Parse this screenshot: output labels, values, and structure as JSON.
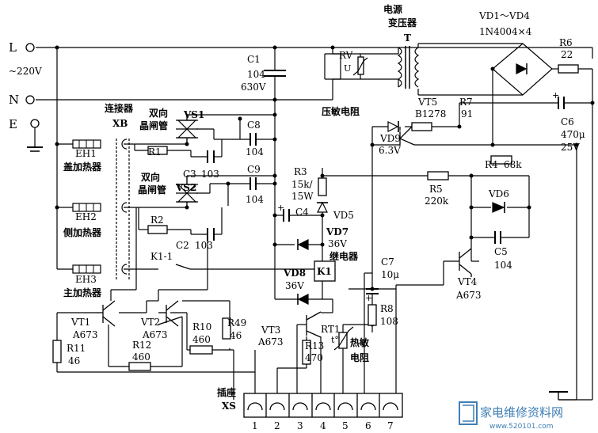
{
  "mains": {
    "L": "L",
    "N": "N",
    "E": "E",
    "voltage": "~220V"
  },
  "transformer": {
    "title_line1": "电源",
    "title_line2": "变压器",
    "ref": "T"
  },
  "rectifier": {
    "label_line1": "VD1～VD4",
    "label_line2": "1N4004×4"
  },
  "parts": {
    "C1": {
      "ref": "C1",
      "v1": "104",
      "v2": "630V"
    },
    "RV": {
      "ref": "RV",
      "u": "U",
      "desc": "压敏电阻"
    },
    "R6": {
      "ref": "R6",
      "v": "22"
    },
    "C6": {
      "ref": "C6",
      "v1": "470μ",
      "v2": "25V"
    },
    "VT5": {
      "ref": "VT5",
      "v": "B1278"
    },
    "R7": {
      "ref": "R7",
      "v": "91"
    },
    "VD9": {
      "ref": "VD9",
      "v": "6.3V"
    },
    "C8": {
      "ref": "C8",
      "v": "104"
    },
    "C9": {
      "ref": "C9",
      "v": "104"
    },
    "R1": {
      "ref": "R1"
    },
    "C3": {
      "ref": "C3",
      "v": "103"
    },
    "R2": {
      "ref": "R2"
    },
    "C2": {
      "ref": "C2",
      "v": "103"
    },
    "R3": {
      "ref": "R3",
      "v1": "15k/",
      "v2": "15W"
    },
    "C4": {
      "ref": "C4"
    },
    "VD5": {
      "ref": "VD5"
    },
    "VD7": {
      "ref": "VD7",
      "v": "36V"
    },
    "VD8": {
      "ref": "VD8",
      "v": "36V"
    },
    "K1": {
      "ref": "K1",
      "desc": "继电器"
    },
    "K1_1": {
      "ref": "K1-1"
    },
    "R5": {
      "ref": "R5",
      "v": "220k"
    },
    "R4": {
      "ref": "R4",
      "v": "68k"
    },
    "VD6": {
      "ref": "VD6"
    },
    "C5": {
      "ref": "C5",
      "v": "104"
    },
    "C7": {
      "ref": "C7",
      "v": "10μ"
    },
    "R8": {
      "ref": "R8",
      "v": "108"
    },
    "VT4": {
      "ref": "VT4",
      "v": "A673"
    },
    "VT1": {
      "ref": "VT1",
      "v": "A673"
    },
    "VT2": {
      "ref": "VT2",
      "v": "A673"
    },
    "VT3": {
      "ref": "VT3",
      "v": "A673"
    },
    "R10": {
      "ref": "R10",
      "v": "460"
    },
    "R49": {
      "ref": "R49",
      "v": "46"
    },
    "R11": {
      "ref": "R11",
      "v": "46"
    },
    "R12": {
      "ref": "R12",
      "v": "460"
    },
    "R13": {
      "ref": "R13",
      "v": "470"
    },
    "RT1": {
      "ref": "RT1",
      "t": "t°",
      "desc_line1": "热敏",
      "desc_line2": "电阻"
    }
  },
  "triacs": {
    "vs1": {
      "line1": "双向",
      "line2": "晶闸管",
      "ref": "VS1"
    },
    "vs2": {
      "line1": "双向",
      "line2": "晶闸管",
      "ref": "VS2"
    }
  },
  "connector": {
    "title": "连接器",
    "ref": "XB"
  },
  "heaters": [
    {
      "ref": "EH1",
      "desc": "盖加热器"
    },
    {
      "ref": "EH2",
      "desc": "侧加热器"
    },
    {
      "ref": "EH3",
      "desc": "主加热器"
    }
  ],
  "socket": {
    "title": "插座",
    "ref": "XS",
    "pins": [
      "1",
      "2",
      "3",
      "4",
      "5",
      "6",
      "7"
    ]
  },
  "watermark": {
    "cn": "家电维修资料网",
    "url": "www.520101.com"
  },
  "colors": {
    "ink": "#000000",
    "watermark": "#3f7fb5"
  }
}
